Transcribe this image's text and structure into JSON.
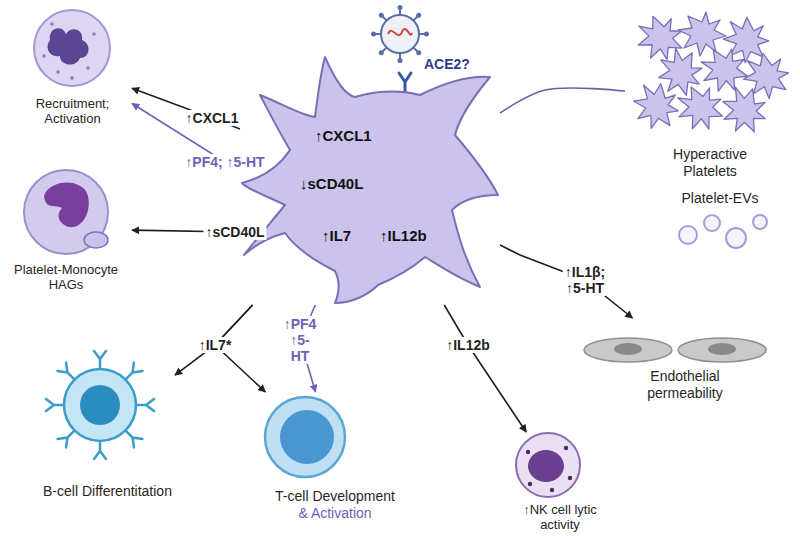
{
  "diagram": {
    "nodes": [
      {
        "text": [
          "↑CXCL1",
          "↓sCD40L",
          "↑IL7",
          "↑IL12b"
        ]
      },
      {
        "text": [
          "Recruitment; Activation"
        ]
      },
      {
        "text": [
          "Platelet-Monocyte HAGs"
        ]
      },
      {
        "text": [
          "B-cell Differentitation"
        ]
      },
      {
        "text": [
          "T-cell Development",
          "& Activation"
        ]
      },
      {
        "text": [
          "↑NK cell lytic activity"
        ]
      },
      {
        "text": [
          "Endothelial permeability"
        ]
      },
      {
        "text": [
          "Hyperactive Platelets"
        ]
      },
      {
        "text": [
          "Platelet-EVs"
        ]
      }
    ],
    "edges": [
      {
        "from": 0,
        "to": 1,
        "arrow": "to",
        "label": "↑CXCL1"
      },
      {
        "from": 0,
        "to": 1,
        "arrow": "to",
        "label": "↑PF4; ↑5-HT"
      },
      {
        "from": 0,
        "to": 2,
        "arrow": "to",
        "label": "↑sCD40L"
      },
      {
        "from": 0,
        "to": 3,
        "arrow": "to",
        "label": "↑IL7*"
      },
      {
        "from": 0,
        "to": 4,
        "arrow": "to"
      },
      {
        "from": 0,
        "to": 4,
        "arrow": "to",
        "label": "↑PF4 ↑5-HT"
      },
      {
        "from": 0,
        "to": 5,
        "arrow": "to",
        "label": "↑IL12b"
      },
      {
        "from": 0,
        "to": 6,
        "arrow": "to",
        "label": "↑IL1β; ↑5-HT"
      },
      {
        "from": 0,
        "to": 7,
        "arrow": "none"
      }
    ],
    "labels": [
      "ACE2?"
    ]
  }
}
